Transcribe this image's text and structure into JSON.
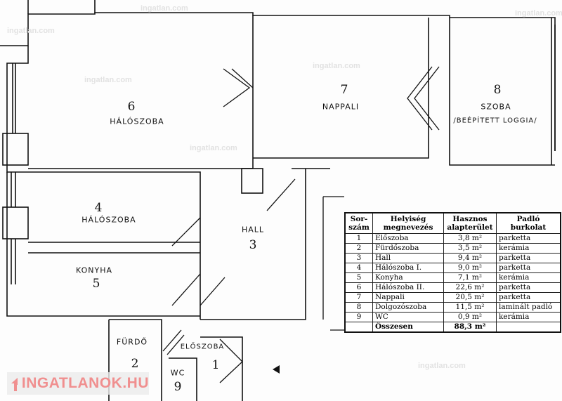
{
  "rooms": [
    {
      "number": "6",
      "name": "HÁLÓSZOBA"
    },
    {
      "number": "7",
      "name": "NAPPALI"
    },
    {
      "number": "8",
      "name": "SZOBA",
      "note": "/BEÉPÍTETT LOGGIA/"
    },
    {
      "number": "4",
      "name": "HÁLÓSZOBA"
    },
    {
      "number": "3",
      "name": "HALL"
    },
    {
      "number": "5",
      "name": "KONYHA"
    },
    {
      "number": "2",
      "name": "FÜRDŐ"
    },
    {
      "number": "1",
      "name": "ELŐSZOBA"
    },
    {
      "number": "9",
      "name": "WC"
    }
  ],
  "table": {
    "headers": [
      "Sor-szám",
      "Helyiség megnevezés",
      "Hasznos alapterület",
      "Padló burkolat"
    ],
    "rows": [
      [
        "1",
        "Előszoba",
        "3,8 m²",
        "parketta"
      ],
      [
        "2",
        "Fürdőszoba",
        "3,5 m²",
        "kerámia"
      ],
      [
        "3",
        "Hall",
        "9,4 m²",
        "parketta"
      ],
      [
        "4",
        "Hálószoba I.",
        "9,0 m²",
        "parketta"
      ],
      [
        "5",
        "Konyha",
        "7,1 m²",
        "kerámia"
      ],
      [
        "6",
        "Hálószoba II.",
        "22,6 m²",
        "parketta"
      ],
      [
        "7",
        "Nappali",
        "20,5 m²",
        "parketta"
      ],
      [
        "8",
        "Dolgozószoba",
        "11,5 m²",
        "laminált padló"
      ],
      [
        "9",
        "WC",
        "0,9 m²",
        "kerámia"
      ]
    ],
    "total": {
      "label": "Összesen",
      "value": "88,3 m²"
    }
  },
  "logo": "INGATLANOK.HU",
  "watermark": "ingatlan.com",
  "colors": {
    "logo": "#f08f8f",
    "wall": "#111111"
  }
}
